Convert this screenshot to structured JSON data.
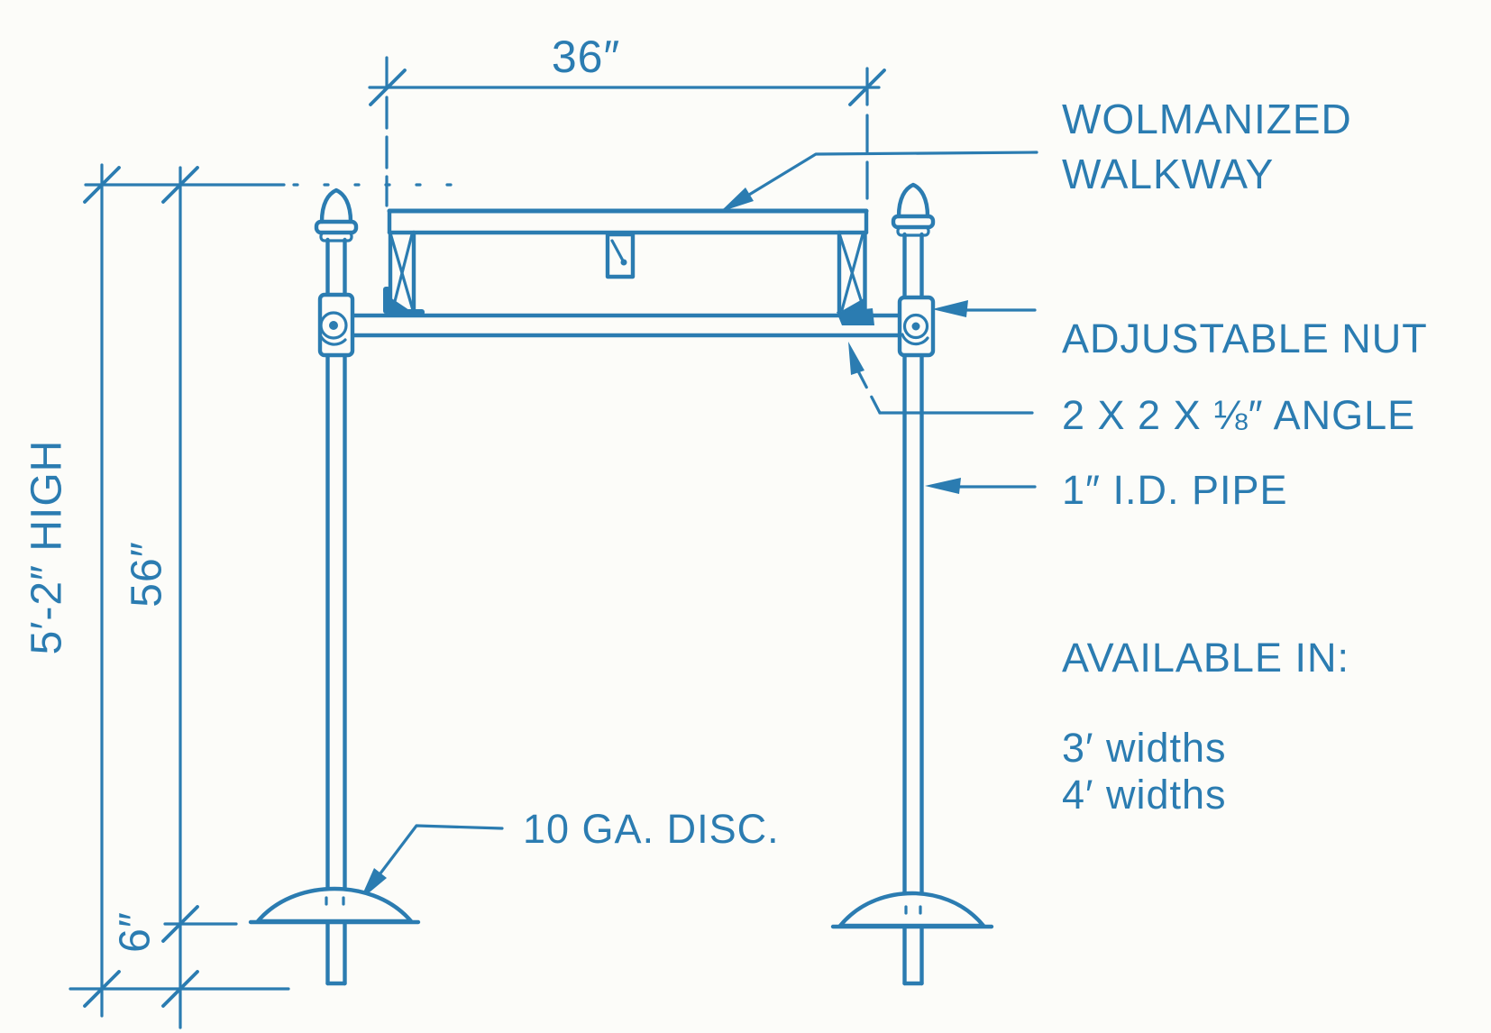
{
  "colors": {
    "ink": "#2b7cb1",
    "paper": "#fcfcf9"
  },
  "dimensions": {
    "walkway_width": "36″",
    "overall_height": "5′-2″ HIGH",
    "post_height": "56″",
    "disc_clearance": "6″"
  },
  "callouts": {
    "walkway": "WOLMANIZED WALKWAY",
    "adjustable_nut": "ADJUSTABLE NUT",
    "angle": "2 X 2 X ⅛″ ANGLE",
    "pipe": "1″ I.D. PIPE",
    "disc": "10 GA. DISC."
  },
  "availability": {
    "heading": "AVAILABLE IN:",
    "options": [
      "3′ widths",
      "4′ widths"
    ]
  }
}
